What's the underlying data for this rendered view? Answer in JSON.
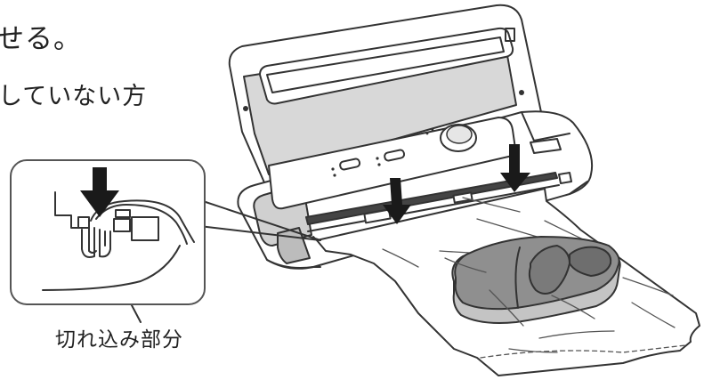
{
  "texts": {
    "heading": "せる。",
    "instruction": "していない方",
    "callout_label": "切れ込み部分"
  },
  "colors": {
    "line": "#333333",
    "light_gray": "#d4d4d4",
    "mid_gray": "#bdbdbd",
    "meat": "#909090",
    "meat_dark": "#7a7a7a",
    "arrow": "#1a1a1a"
  },
  "icons": [
    "down-arrow-icon"
  ]
}
